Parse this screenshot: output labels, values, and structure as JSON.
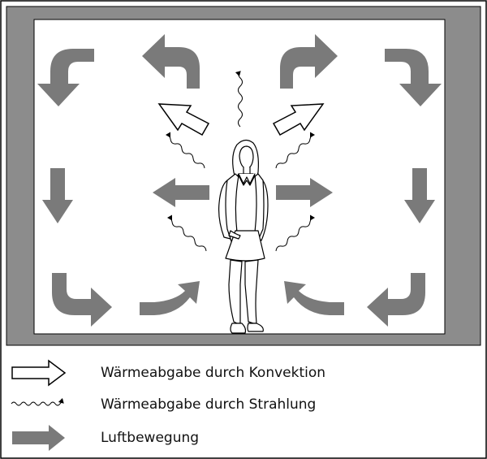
{
  "legend": {
    "convection": "Wärmeabgabe durch Konvektion",
    "radiation": "Wärmeabgabe durch Strahlung",
    "air": "Luftbewegung"
  },
  "colors": {
    "wall": "#8c8c8c",
    "arrow_fill": "#7a7a7a",
    "outline": "#000000",
    "background": "#ffffff"
  }
}
